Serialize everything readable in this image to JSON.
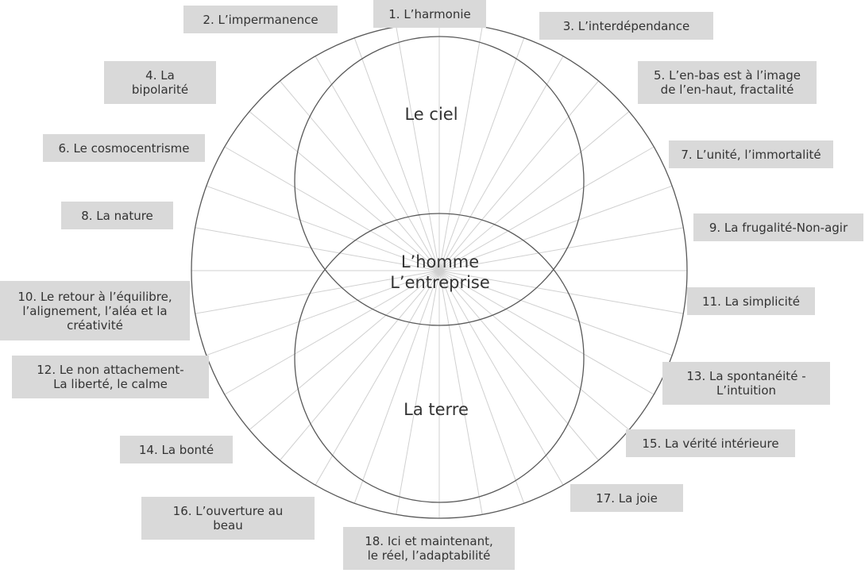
{
  "colors": {
    "label_bg": "#d9d9d9",
    "text": "#333333",
    "circle_stroke": "#595959",
    "ray_stroke": "#d0d0d0"
  },
  "center_labels": {
    "sky": "Le ciel",
    "human": "L’homme\nL’entreprise",
    "earth": "La terre"
  },
  "labels": [
    "1. L’harmonie",
    "2. L’impermanence",
    "3. L’interdépendance",
    "4. La\nbipolarité",
    "5. L’en-bas est à l’image\nde l’en-haut, fractalité",
    "6. Le cosmocentrisme",
    "7. L’unité, l’immortalité",
    "8. La nature",
    "9. La frugalité-Non-agir",
    "10. Le retour à l’équilibre,\nl’alignement, l’aléa et la\ncréativité",
    "11. La simplicité",
    "12. Le non attachement-\nLa liberté, le calme",
    "13. La spontanéité -\nL’intuition",
    "14. La bonté",
    "15. La vérité intérieure",
    "16. L’ouverture au\nbeau",
    "17. La  joie",
    "18. Ici et maintenant,\nle réel, l’adaptabilité"
  ]
}
